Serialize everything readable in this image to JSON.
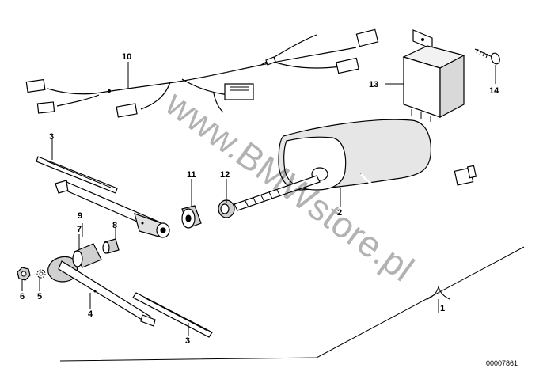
{
  "diagram": {
    "watermark": "www.BMWstore.pl",
    "reference_number": "00007861",
    "callouts": {
      "c1": "1",
      "c2": "2",
      "c3a": "3",
      "c3b": "3",
      "c4": "4",
      "c5": "5",
      "c6": "6",
      "c7": "7",
      "c8": "8",
      "c9": "9",
      "c10": "10",
      "c11": "11",
      "c12": "12",
      "c13": "13",
      "c14": "14"
    }
  }
}
